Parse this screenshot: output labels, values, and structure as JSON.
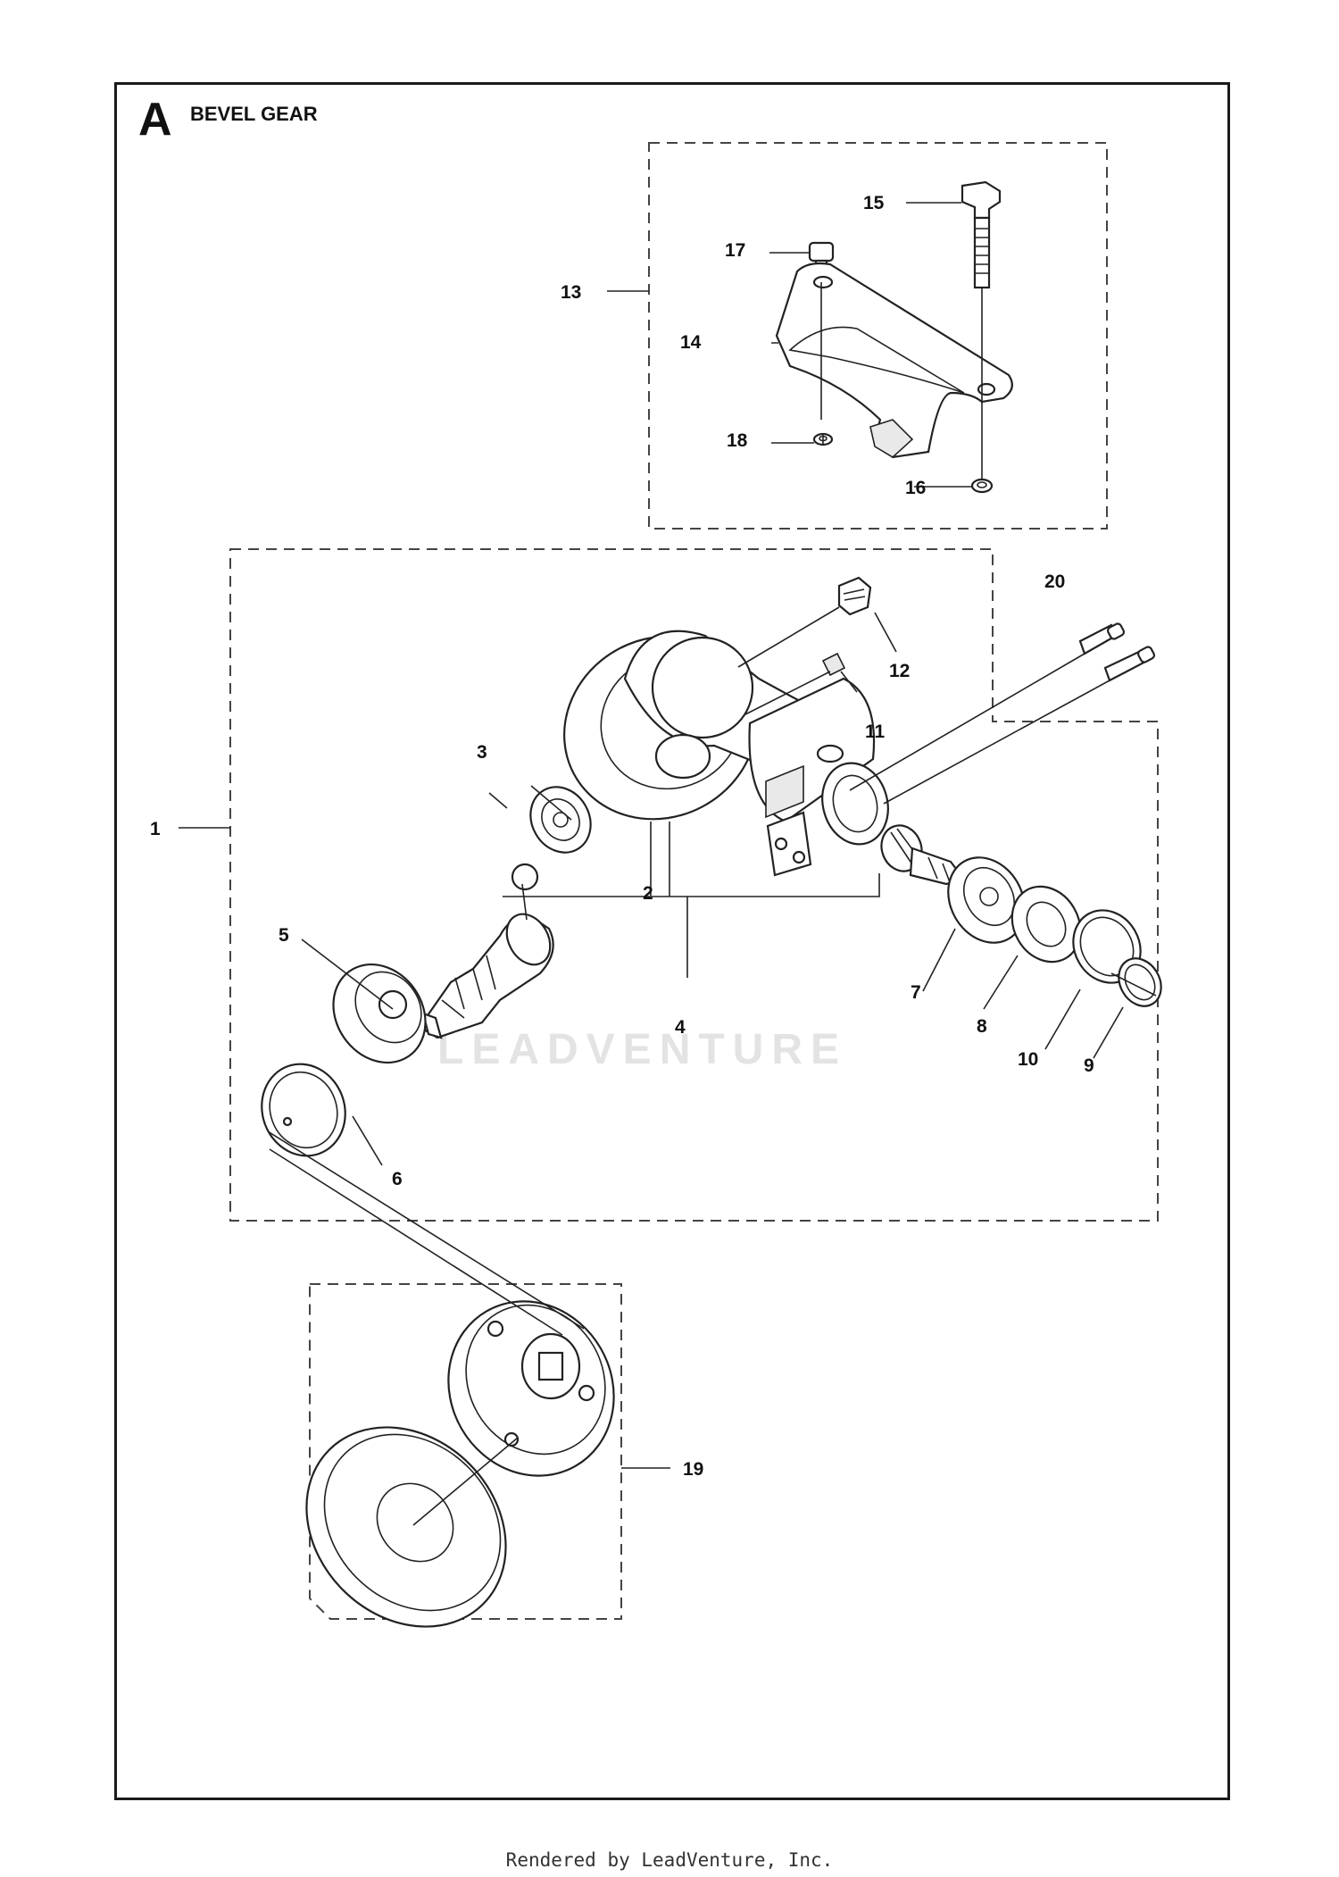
{
  "section": {
    "letter": "A",
    "title": "BEVEL GEAR"
  },
  "watermark": "LEADVENTURE",
  "footer": "Rendered by LeadVenture, Inc.",
  "callouts": {
    "c1": "1",
    "c2": "2",
    "c3": "3",
    "c4": "4",
    "c5": "5",
    "c6": "6",
    "c7": "7",
    "c8": "8",
    "c9": "9",
    "c10": "10",
    "c11": "11",
    "c12": "12",
    "c13": "13",
    "c14": "14",
    "c15": "15",
    "c16": "16",
    "c17": "17",
    "c18": "18",
    "c19": "19",
    "c20": "20"
  }
}
